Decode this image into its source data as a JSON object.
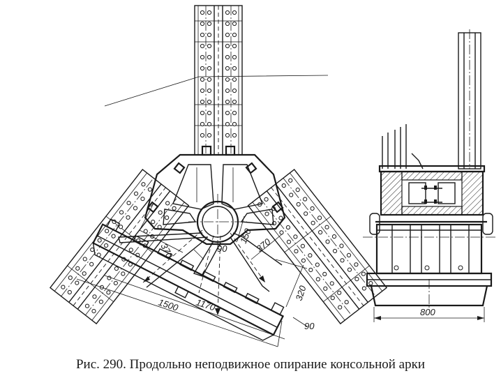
{
  "caption": "Рис. 290. Продольно неподвижное опирание консольной арки",
  "dimensions": {
    "d370a": "370",
    "d150": "150",
    "d370b": "370",
    "d90a": "90",
    "d320": "320",
    "d1500": "1500",
    "d1170": "1170",
    "d90b": "90",
    "d800": "800"
  }
}
